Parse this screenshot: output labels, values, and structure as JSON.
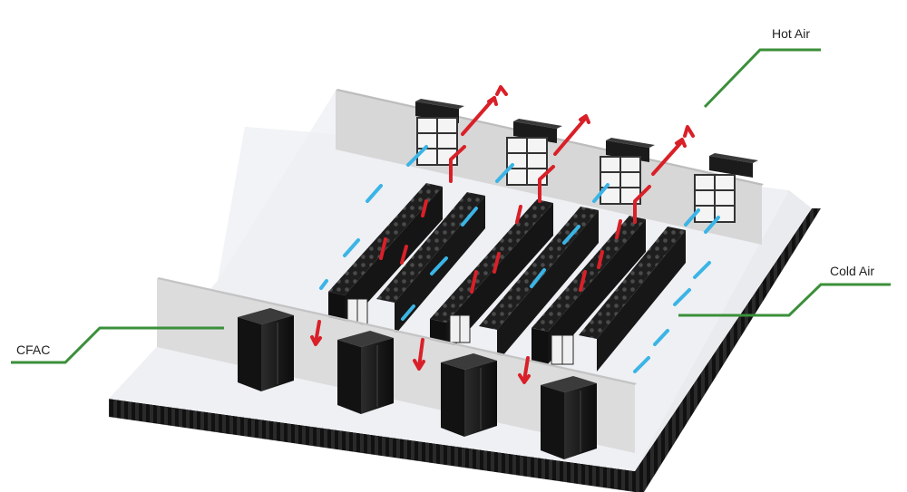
{
  "labels": {
    "hot_air": "Hot Air",
    "cold_air": "Cold Air",
    "cfac": "CFAC"
  },
  "colors": {
    "hot_air_arrow": "#d92028",
    "cold_air_arrow": "#3bb4e6",
    "callout_line": "#3b8f3a",
    "rack": "#1c1c1c",
    "wall": "#d9d9d9",
    "floor": "#eef0f4"
  },
  "icons": [
    "window-icon",
    "exhaust-fan-icon",
    "cfac-unit-icon",
    "server-rack-icon",
    "airflow-arrow-icon"
  ]
}
